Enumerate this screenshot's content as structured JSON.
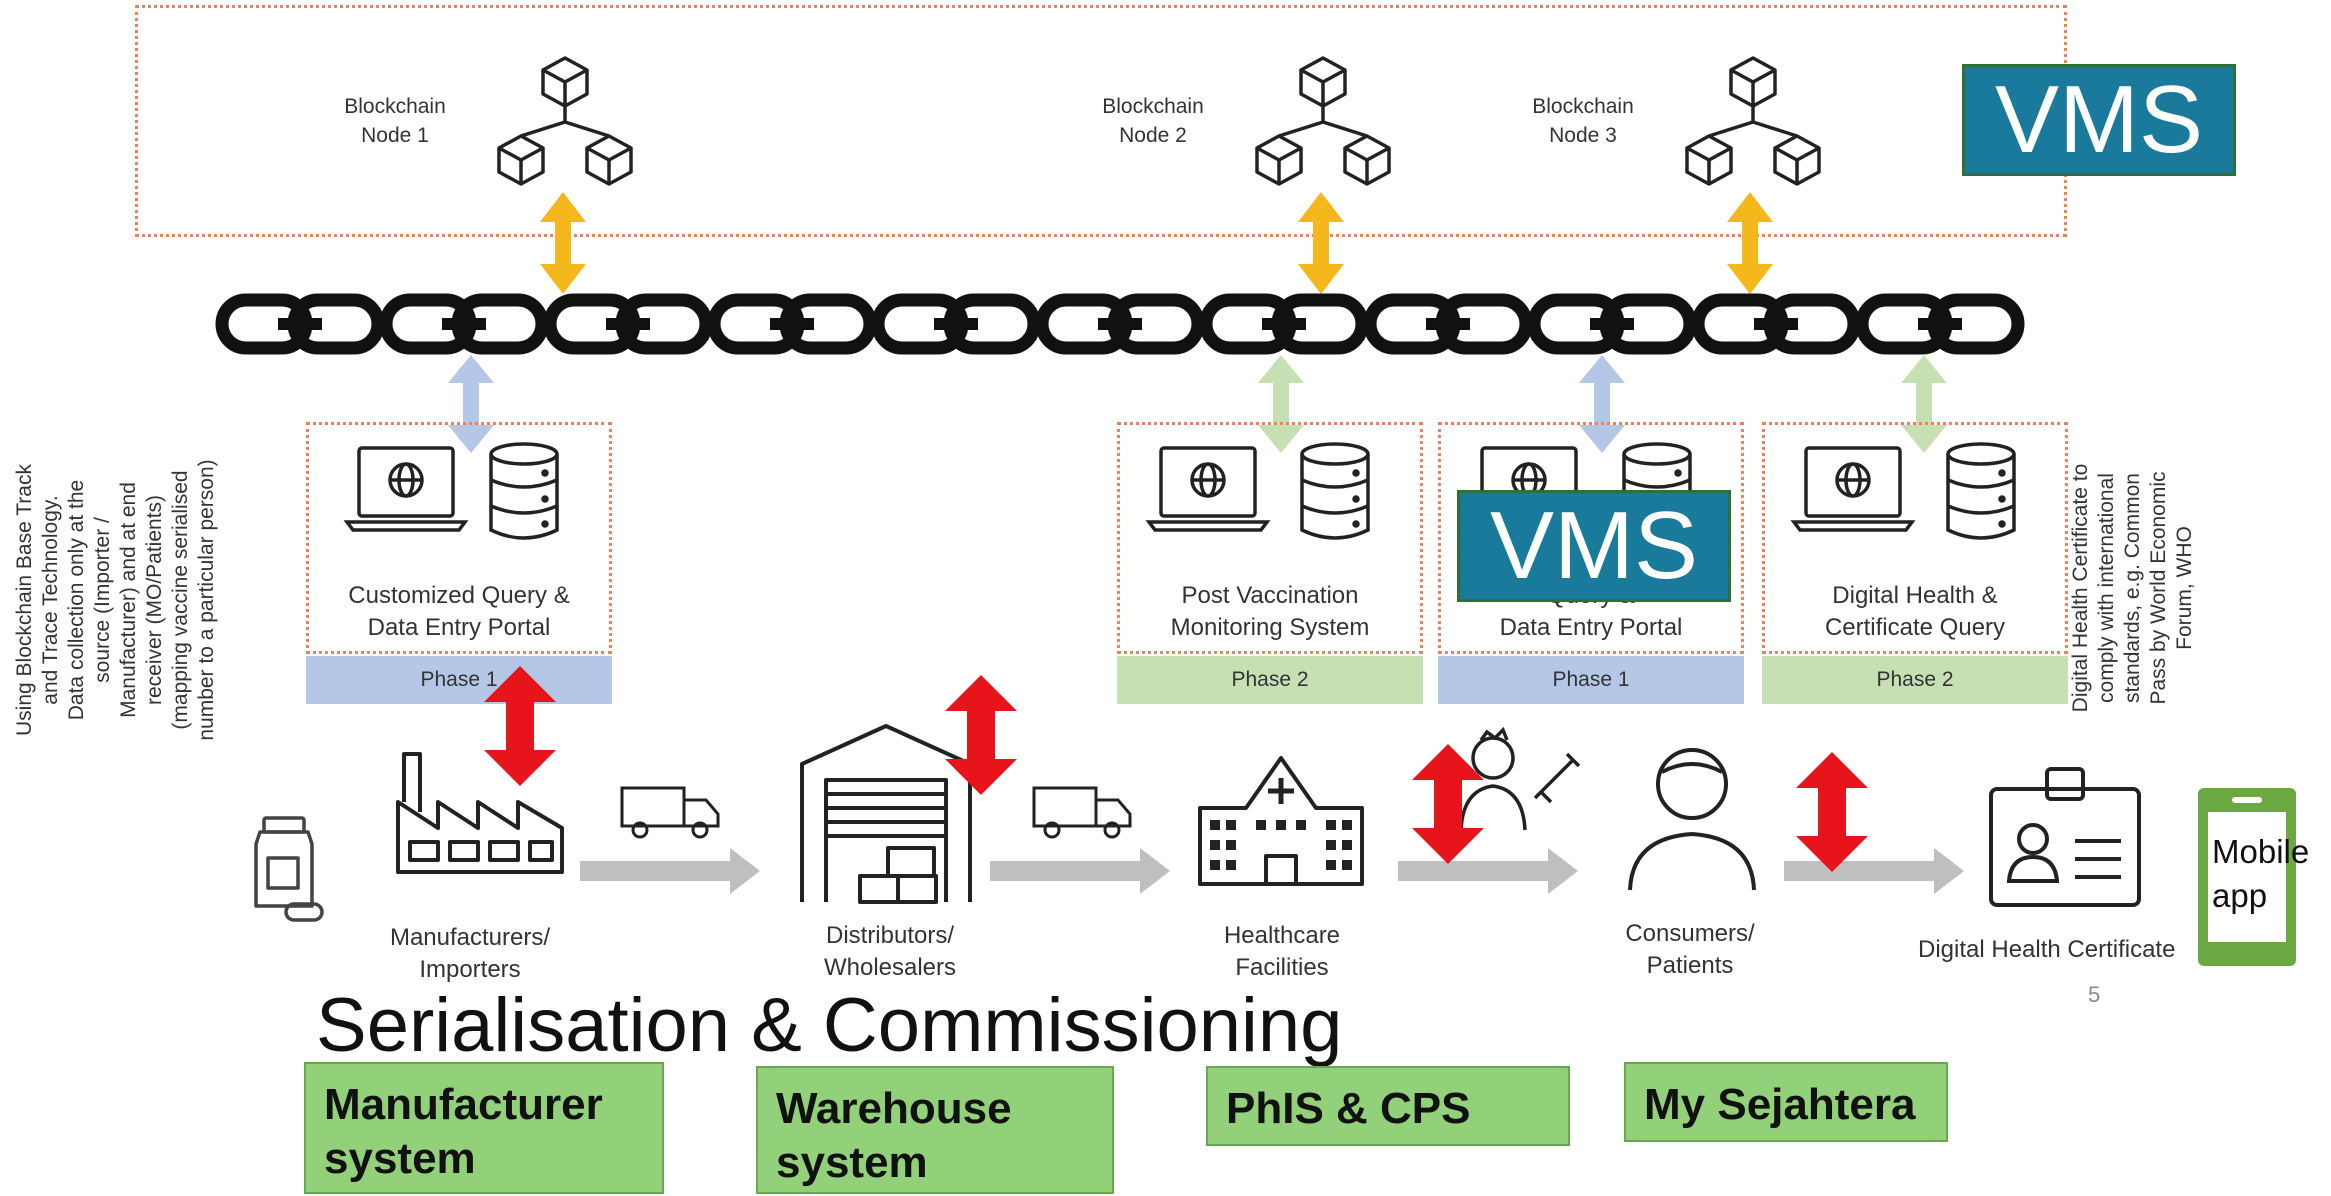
{
  "nodes": [
    {
      "label_line1": "Blockchain",
      "label_line2": "Node 1"
    },
    {
      "label_line1": "Blockchain",
      "label_line2": "Node 2"
    },
    {
      "label_line1": "Blockchain",
      "label_line2": "Node 3"
    }
  ],
  "vms_top": "VMS",
  "vms_overlay": "VMS",
  "portals": [
    {
      "line1": "Customized Query &",
      "line2": "Data Entry Portal",
      "phase": "Phase 1"
    },
    {
      "line1": "Post Vaccination",
      "line2": "Monitoring System",
      "phase": "Phase 2"
    },
    {
      "line1": "Query &",
      "line2": "Data Entry Portal",
      "phase": "Phase 1"
    },
    {
      "line1": "Digital Health &",
      "line2": "Certificate Query",
      "phase": "Phase 2"
    }
  ],
  "left_side_text": [
    "Using Blockchain Base Track",
    "and Trace Technology.",
    "Data collection only at the",
    "source (Importer /",
    "Manufacturer) and at end",
    "receiver (MO/Patients)",
    "(mapping vaccine serialised",
    "number to a particular person)"
  ],
  "right_side_text": [
    "Digital Health Certificate to",
    "comply with international",
    "standards, e.g. Common",
    "Pass by World Economic",
    "Forum, WHO"
  ],
  "stages": [
    {
      "line1": "Manufacturers/",
      "line2": "Importers"
    },
    {
      "line1": "Distributors/",
      "line2": "Wholesalers"
    },
    {
      "line1": "Healthcare",
      "line2": "Facilities"
    },
    {
      "line1": "Consumers/",
      "line2": "Patients"
    },
    {
      "line1": "Digital Health Certificate",
      "line2": ""
    }
  ],
  "mobile_app": {
    "line1": "Mobile",
    "line2": "app"
  },
  "page_number": "5",
  "serialisation_title": "Serialisation & Commissioning",
  "systems": [
    {
      "line1": "Manufacturer",
      "line2": "system"
    },
    {
      "line1": "Warehouse",
      "line2": "system"
    },
    {
      "line1": "PhIS & CPS",
      "line2": ""
    },
    {
      "line1": "My Sejahtera",
      "line2": ""
    }
  ],
  "colors": {
    "vms_bg": "#1a7a9c",
    "phase_blue": "#b4c7e7",
    "phase_green": "#c6e0b4",
    "system_green": "#92d07a",
    "arrow_gold": "#f5b81c",
    "arrow_red": "#e8141b"
  }
}
